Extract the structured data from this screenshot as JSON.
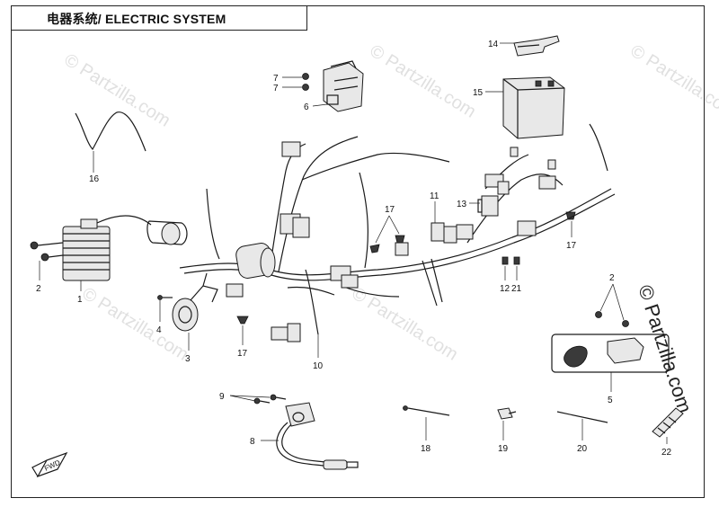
{
  "header": {
    "title": "电器系统/ ELECTRIC SYSTEM"
  },
  "watermark": {
    "text": "© Partzilla.com"
  },
  "fwd_label": "FWD",
  "callouts": {
    "c1": "1",
    "c2a": "2",
    "c2b": "2",
    "c3": "3",
    "c4": "4",
    "c5": "5",
    "c6": "6",
    "c7a": "7",
    "c7b": "7",
    "c8": "8",
    "c9": "9",
    "c10": "10",
    "c11": "11",
    "c12": "12",
    "c13": "13",
    "c14": "14",
    "c15": "15",
    "c16": "16",
    "c17a": "17",
    "c17b": "17",
    "c17c": "17",
    "c18": "18",
    "c19": "19",
    "c20": "20",
    "c21": "21",
    "c22": "22"
  }
}
